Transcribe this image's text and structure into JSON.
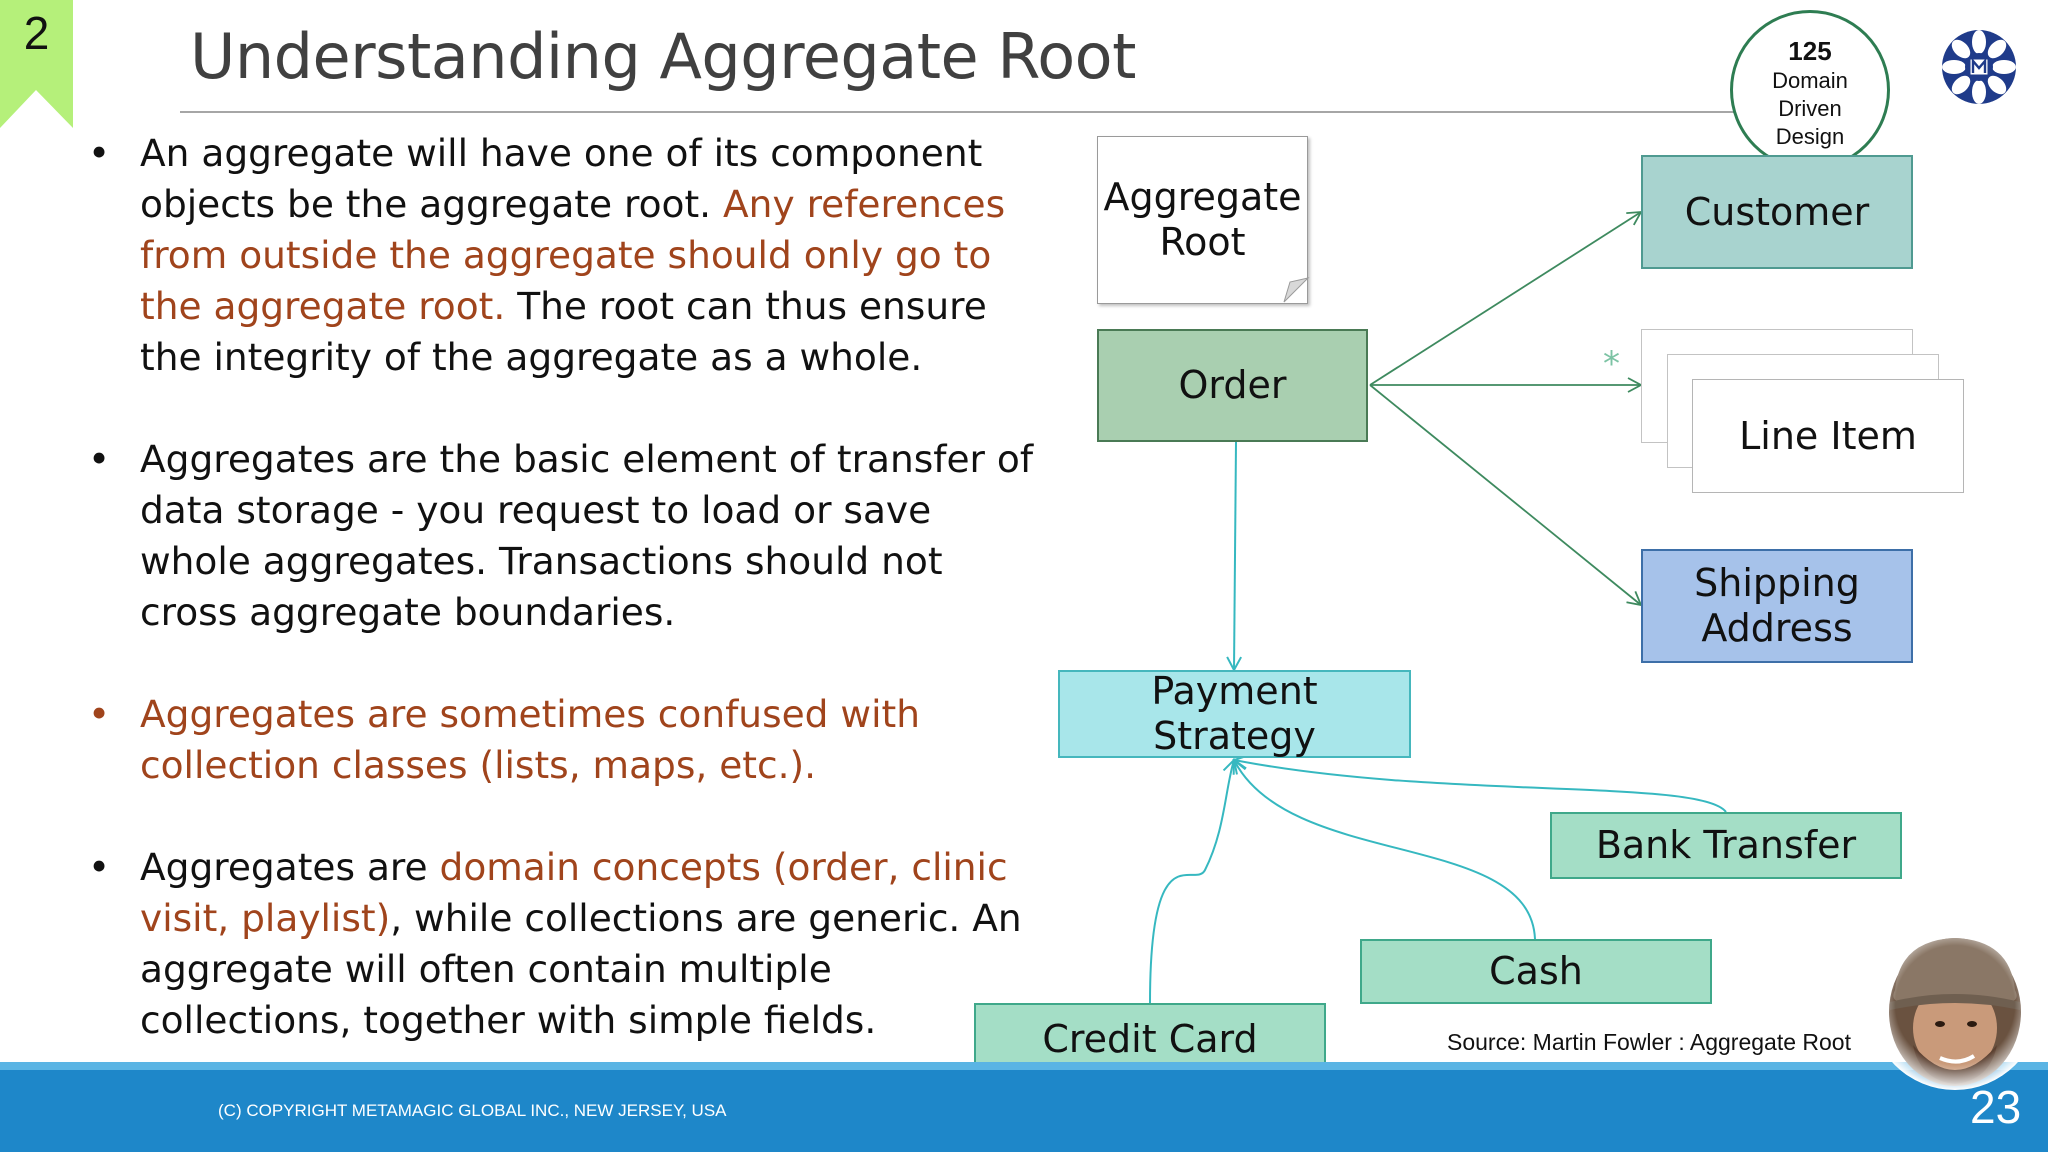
{
  "slide": {
    "tag_number": "2",
    "title": "Understanding Aggregate Root",
    "page_number": "23",
    "copyright": "(C) COPYRIGHT METAMAGIC GLOBAL INC., NEW JERSEY, USA"
  },
  "badge": {
    "number": "125",
    "line1": "Domain",
    "line2": "Driven",
    "line3": "Design"
  },
  "bullets": [
    {
      "marker": "•",
      "p1": "An aggregate will have one of its component objects be the aggregate root. ",
      "p2": "Any references from outside the aggregate should only go to the aggregate root.",
      "p3": " The root can thus ensure the integrity of the aggregate as a whole."
    },
    {
      "marker": "•",
      "text": "Aggregates are the basic element of transfer of data storage - you request to load or save whole aggregates. Transactions should not cross aggregate boundaries."
    },
    {
      "marker": "•",
      "text": "Aggregates are sometimes confused with collection classes (lists, maps, etc.)."
    },
    {
      "marker": "•",
      "p1": "Aggregates are ",
      "p2": "domain concepts (order, clinic visit, playlist)",
      "p3": ", while collections are generic. An aggregate will often contain multiple collections, together with simple fields."
    }
  ],
  "diagram": {
    "note_line1": "Aggregate",
    "note_line2": "Root",
    "order": "Order",
    "customer": "Customer",
    "line_item": "Line Item",
    "multiplicity": "*",
    "shipping_line1": "Shipping",
    "shipping_line2": "Address",
    "payment_line1": "Payment",
    "payment_line2": "Strategy",
    "bank_transfer": "Bank Transfer",
    "cash": "Cash",
    "credit_card": "Credit Card",
    "source": "Source: Martin Fowler : Aggregate Root"
  },
  "colors": {
    "accent_text": "#a0441c",
    "footer": "#1e87c9",
    "tag": "#b5f07a",
    "arrow_green": "#3e8a5f",
    "arrow_teal": "#36b8c0"
  },
  "icons": {
    "logo": "mandala-logo-icon",
    "presenter": "presenter-avatar"
  }
}
